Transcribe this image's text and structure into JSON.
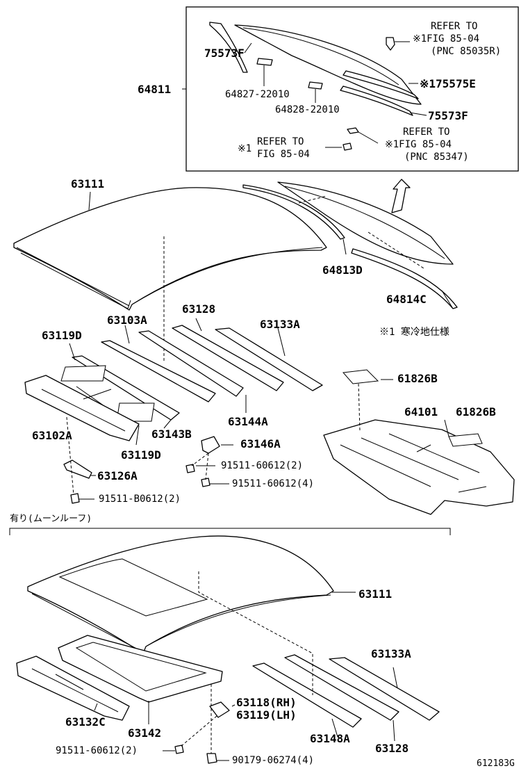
{
  "figure_code": "612183G",
  "inset_box": {
    "parent_part": "64811",
    "parts": [
      "75573F",
      "64827-22010",
      "64828-22010",
      "75573F"
    ],
    "part_with_mark": "175575E",
    "mark_symbol": "※",
    "refer_top": {
      "mark": "※1",
      "line1": "REFER TO",
      "line2": "FIG 85-04",
      "line3": "(PNC 85035R)"
    },
    "refer_left": {
      "mark": "※1",
      "line1": "REFER TO",
      "line2": "FIG 85-04"
    },
    "refer_right": {
      "mark": "※1",
      "line1": "REFER TO",
      "line2": "FIG 85-04",
      "line3": "(PNC 85347)"
    }
  },
  "upper_section": {
    "roof_panel": "63111",
    "parts": {
      "p64813d": "64813D",
      "p64814c": "64814C",
      "p63128": "63128",
      "p63103a": "63103A",
      "p63133a": "63133A",
      "p63119d_top": "63119D",
      "p63102a": "63102A",
      "p63143b": "63143B",
      "p63144a": "63144A",
      "p63119d_bottom": "63119D",
      "p63146a": "63146A",
      "p63126a": "63126A",
      "bolt1": "91511-60612(2)",
      "bolt2": "91511-60612(4)",
      "bolt3": "91511-B0612(2)",
      "p61826b_a": "61826B",
      "p64101": "64101",
      "p61826b_b": "61826B"
    },
    "note": "※1 寒冷地仕様"
  },
  "lower_section": {
    "header": "有り(ムーンルーフ)",
    "parts": {
      "roof": "63111",
      "p63133a": "63133A",
      "p63118": "63118(RH)",
      "p63119": "63119(LH)",
      "p63132c": "63132C",
      "p63142": "63142",
      "p63148a": "63148A",
      "p63128": "63128",
      "bolt1": "91511-60612(2)",
      "bolt2": "90179-06274(4)"
    }
  }
}
